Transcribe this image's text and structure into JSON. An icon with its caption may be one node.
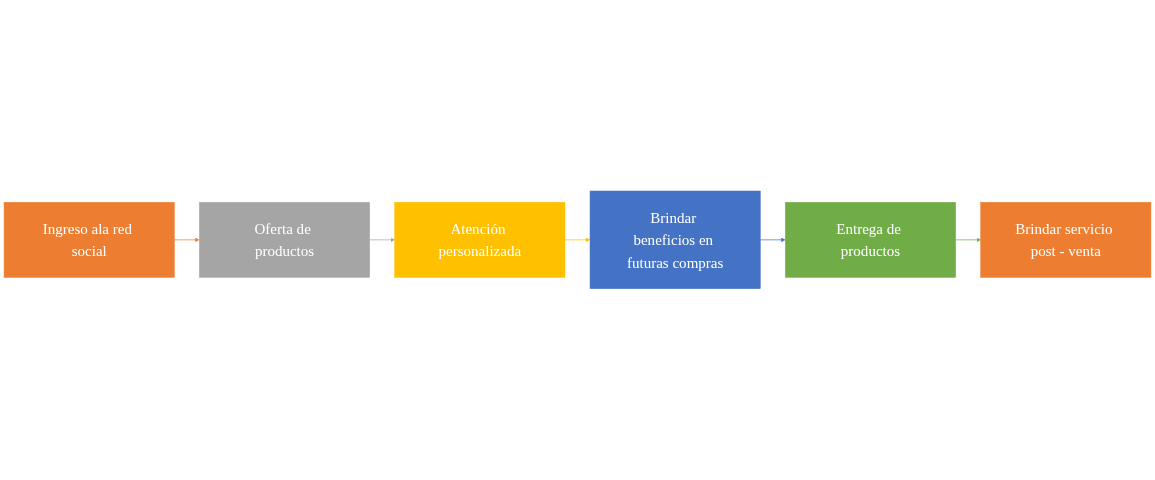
{
  "diagram": {
    "nodes": [
      {
        "text": [
          "Ingreso ala red social"
        ]
      },
      {
        "text": [
          "Oferta de productos"
        ]
      },
      {
        "text": [
          "Atención personalizada"
        ]
      },
      {
        "text": [
          "Brindar beneficios en futuras compras"
        ]
      },
      {
        "text": [
          "Entrega de productos"
        ]
      },
      {
        "text": [
          "Brindar servicio post - venta"
        ]
      }
    ],
    "edges": [
      {
        "from": 0,
        "to": 1,
        "arrow": "to",
        "color": "#ed7d31"
      },
      {
        "from": 1,
        "to": 2,
        "arrow": "to",
        "color": "#a5a5a5"
      },
      {
        "from": 2,
        "to": 3,
        "arrow": "to",
        "color": "#ffc000"
      },
      {
        "from": 3,
        "to": 4,
        "arrow": "to",
        "color": "#4472c4"
      },
      {
        "from": 4,
        "to": 5,
        "arrow": "to",
        "color": "#70ad47"
      }
    ]
  }
}
